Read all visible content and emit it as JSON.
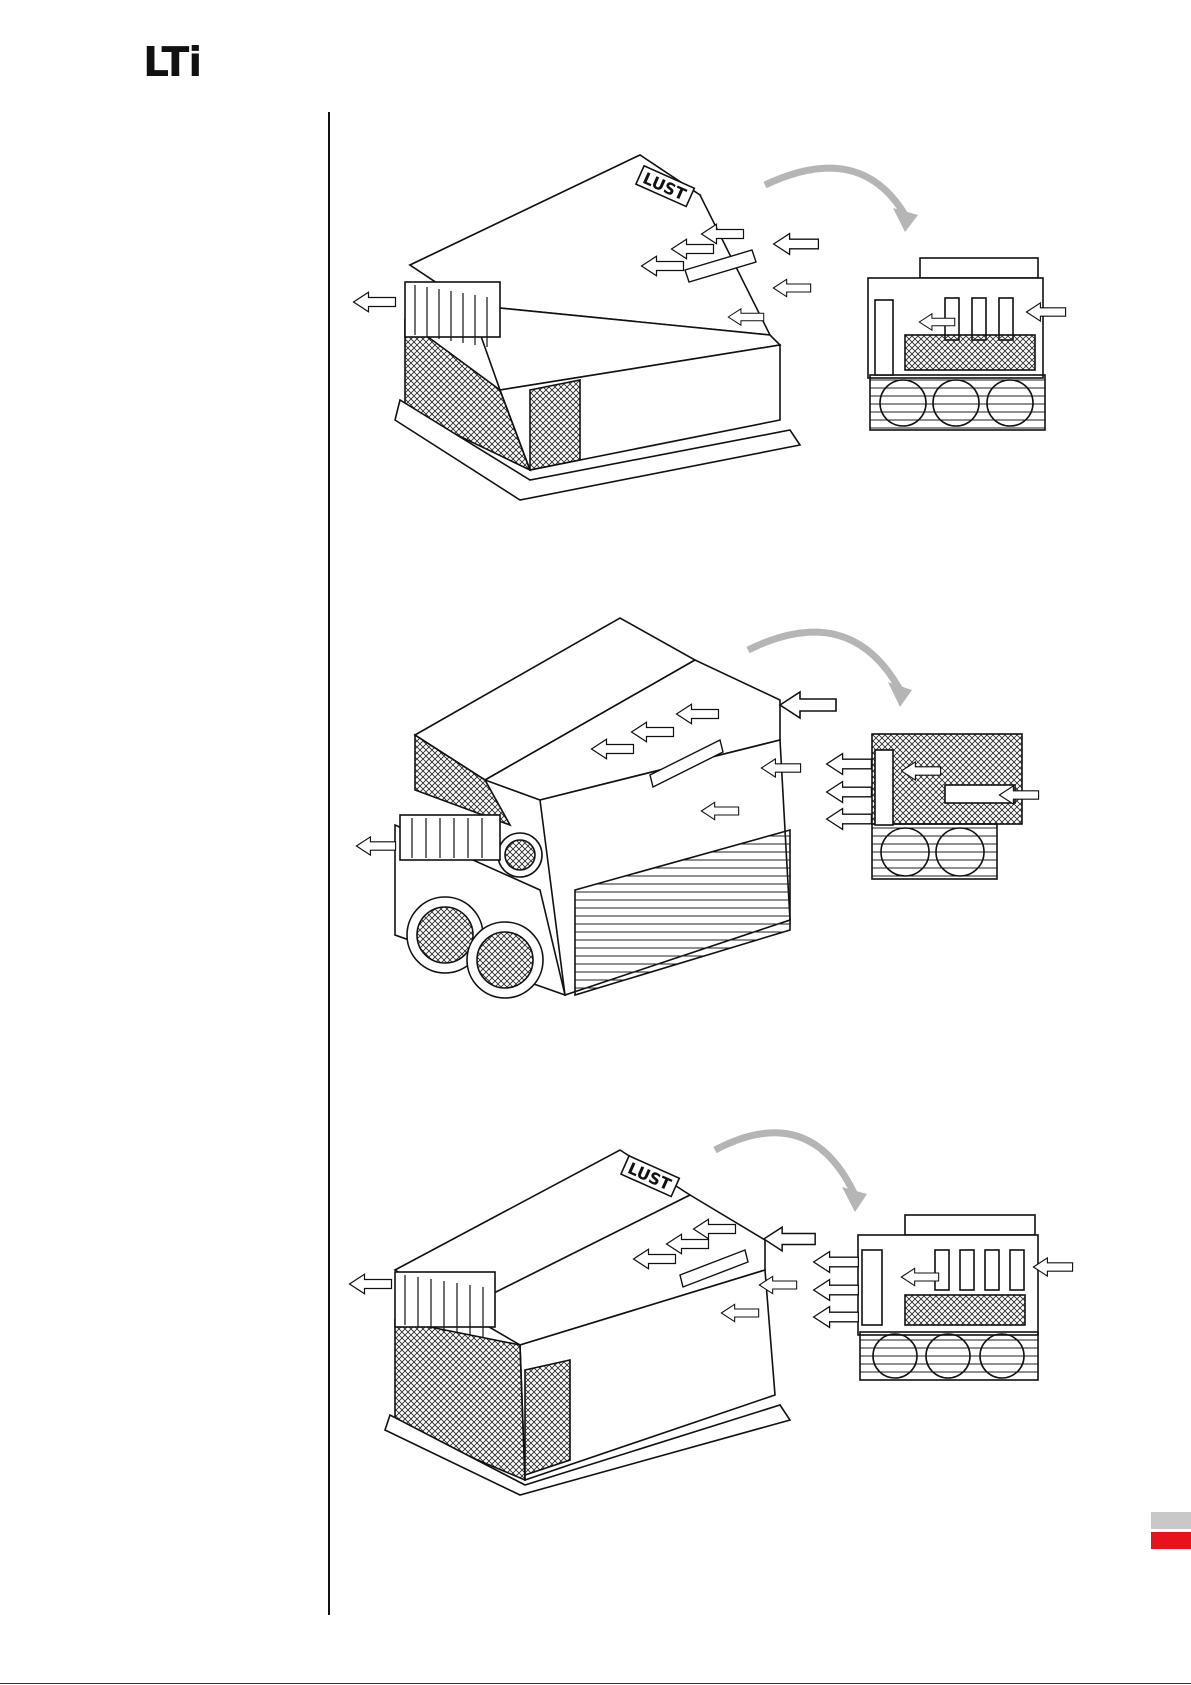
{
  "header": {
    "logo_text": "LTi"
  },
  "figures": [
    {
      "brand_label": "LUST"
    },
    {
      "brand_label": ""
    },
    {
      "brand_label": "LUST"
    }
  ],
  "colors": {
    "accent_red": "#e8121b",
    "tab_grey": "#c8c8c8",
    "ink": "#111111",
    "arrow_grey": "#b5b5b5"
  }
}
